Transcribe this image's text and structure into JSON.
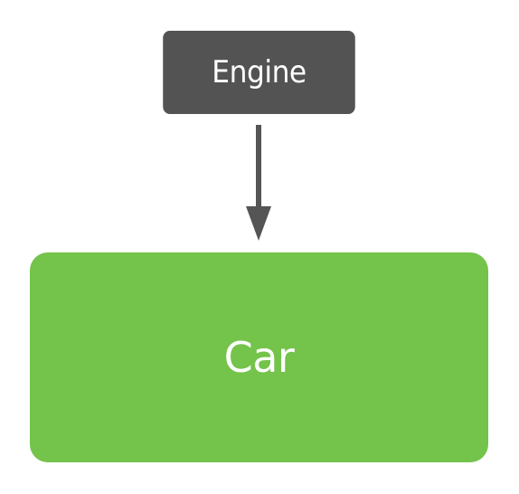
{
  "diagram": {
    "nodes": {
      "engine": {
        "label": "Engine",
        "color": "#535353"
      },
      "car": {
        "label": "Car",
        "color": "#74c34a"
      }
    },
    "edge": {
      "from": "engine",
      "to": "car",
      "color": "#555555"
    }
  }
}
